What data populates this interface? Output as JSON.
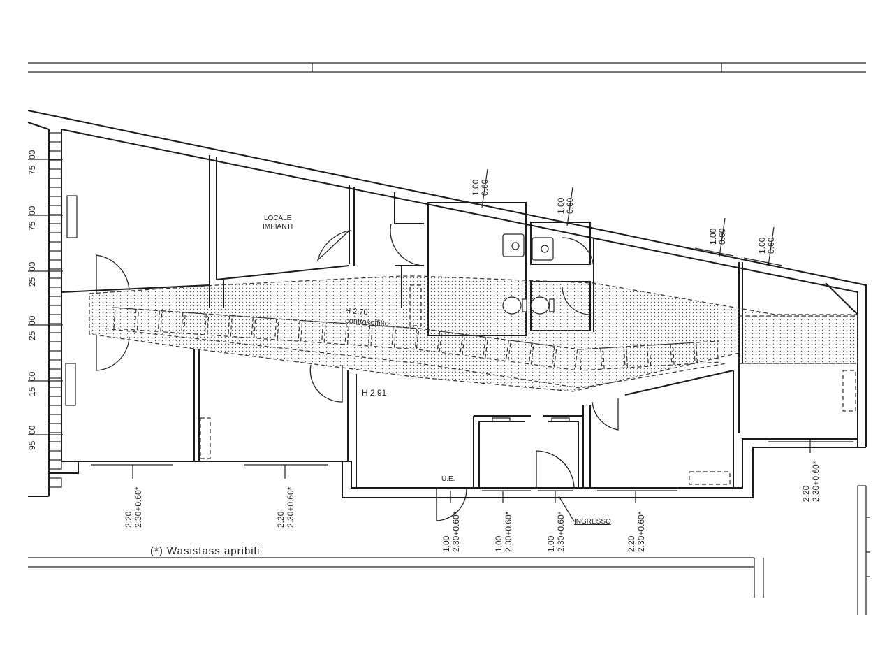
{
  "rooms": {
    "impianti_line1": "LOCALE",
    "impianti_line2": "IMPIANTI",
    "corridor_height": "H 2.70",
    "corridor_note": "controsoffitto",
    "main_height": "H 2.91",
    "ue_label": "U.E.",
    "entrance_label": "INGRESSO"
  },
  "legend": {
    "note": "(*)  Wasistass apribili"
  },
  "dimensions": {
    "top_windows": [
      {
        "a": "1.00",
        "b": "0.60"
      },
      {
        "a": "1.00",
        "b": "0.60"
      },
      {
        "a": "1.00",
        "b": "0.60"
      },
      {
        "a": "1.00",
        "b": "0.60"
      }
    ],
    "left_windows": [
      {
        "a": "00",
        "b": "75"
      },
      {
        "a": "00",
        "b": "75"
      },
      {
        "a": "00",
        "b": "25"
      },
      {
        "a": "00",
        "b": "25"
      },
      {
        "a": "00",
        "b": "15"
      },
      {
        "a": "00",
        "b": "95"
      }
    ],
    "bottom_windows": [
      {
        "a": "2.20",
        "b": "2.30+0.60*"
      },
      {
        "a": "2.20",
        "b": "2.30+0.60*"
      },
      {
        "a": "1.00",
        "b": "2.30+0.60*"
      },
      {
        "a": "1.00",
        "b": "2.30+0.60*"
      },
      {
        "a": "1.00",
        "b": "2.30+0.60*"
      },
      {
        "a": "2.20",
        "b": "2.30+0.60*"
      },
      {
        "a": "2.20",
        "b": "2.30+0.60*"
      }
    ]
  }
}
